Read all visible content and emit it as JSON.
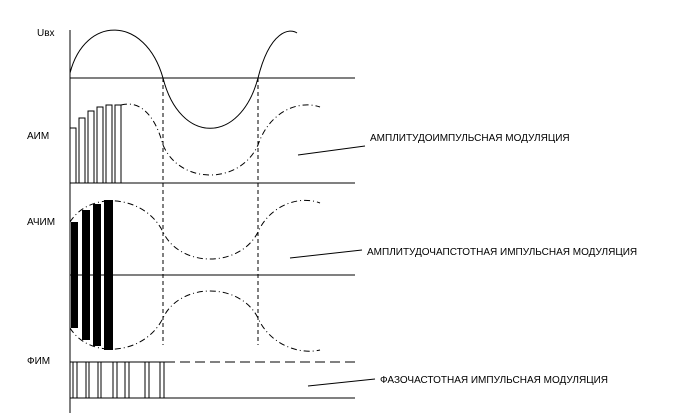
{
  "labels": {
    "input": "Uвх",
    "aim": "АИМ",
    "achim": "АЧИМ",
    "fim": "ФИМ"
  },
  "annotations": {
    "aim": "АМПЛИТУДОИМПУЛЬСНАЯ МОДУЛЯЦИЯ",
    "achim": "АМПЛИТУДОЧАПСТОТНАЯ ИМПУЛЬСНАЯ МОДУЛЯЦИЯ",
    "fim": "ФАЗОЧАСТОТНАЯ ИМПУЛЬСНАЯ МОДУЛЯЦИЯ"
  },
  "colors": {
    "ink": "#000000",
    "background": "#ffffff"
  }
}
